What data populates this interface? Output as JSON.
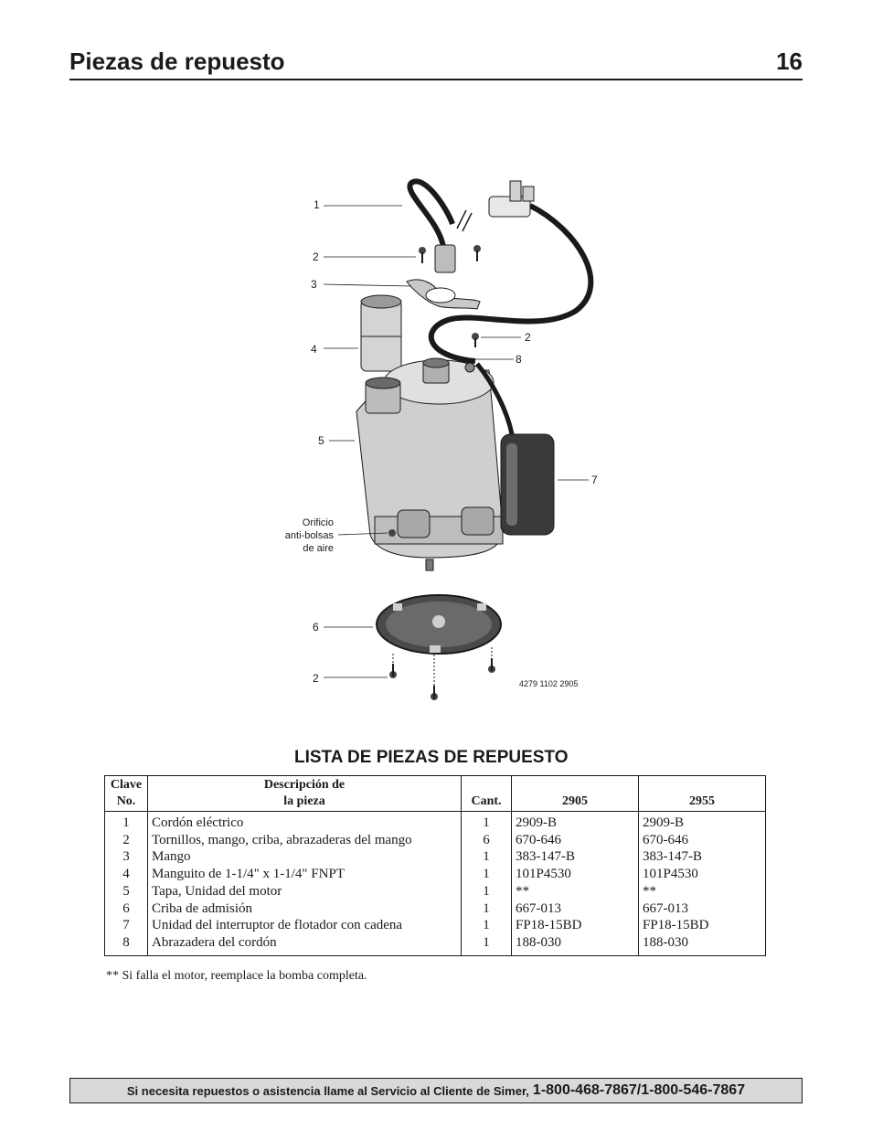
{
  "header": {
    "title": "Piezas de repuesto",
    "page_number": "16"
  },
  "diagram": {
    "labels": {
      "l1": "1",
      "l2a": "2",
      "l3": "3",
      "l4": "4",
      "l5": "5",
      "l2b": "2",
      "l8": "8",
      "l7": "7",
      "l6": "6",
      "l2c": "2",
      "orificio1": "Orificio",
      "orificio2": "anti-bolsas",
      "orificio3": "de aire",
      "code": "4279 1102 2905"
    }
  },
  "list_title": "LISTA DE PIEZAS DE REPUESTO",
  "table": {
    "headers": {
      "key1": "Clave",
      "key2": "No.",
      "desc1": "Descripción de",
      "desc2": "la pieza",
      "qty": "Cant.",
      "model_a": "2905",
      "model_b": "2955"
    },
    "rows": [
      {
        "key": "1",
        "desc": "Cordón eléctrico",
        "qty": "1",
        "a": "2909-B",
        "b": "2909-B"
      },
      {
        "key": "2",
        "desc": "Tornillos, mango, criba, abrazaderas del mango",
        "qty": "6",
        "a": "670-646",
        "b": "670-646"
      },
      {
        "key": "3",
        "desc": "Mango",
        "qty": "1",
        "a": "383-147-B",
        "b": "383-147-B"
      },
      {
        "key": "4",
        "desc": "Manguito de 1-1/4\" x 1-1/4\" FNPT",
        "qty": "1",
        "a": "101P4530",
        "b": "101P4530"
      },
      {
        "key": "5",
        "desc": "Tapa, Unidad del motor",
        "qty": "1",
        "a": "**",
        "b": "**"
      },
      {
        "key": "6",
        "desc": "Criba de admisión",
        "qty": "1",
        "a": "667-013",
        "b": "667-013"
      },
      {
        "key": "7",
        "desc": "Unidad del interruptor de flotador con cadena",
        "qty": "1",
        "a": "FP18-15BD",
        "b": "FP18-15BD"
      },
      {
        "key": "8",
        "desc": "Abrazadera del cordón",
        "qty": "1",
        "a": "188-030",
        "b": "188-030"
      }
    ]
  },
  "note": "** Si falla el motor, reemplace la bomba completa.",
  "footer": {
    "text": "Si necesita repuestos o asistencia llame al Servicio al Cliente de Simer,",
    "phone": "1-800-468-7867/1-800-546-7867"
  }
}
